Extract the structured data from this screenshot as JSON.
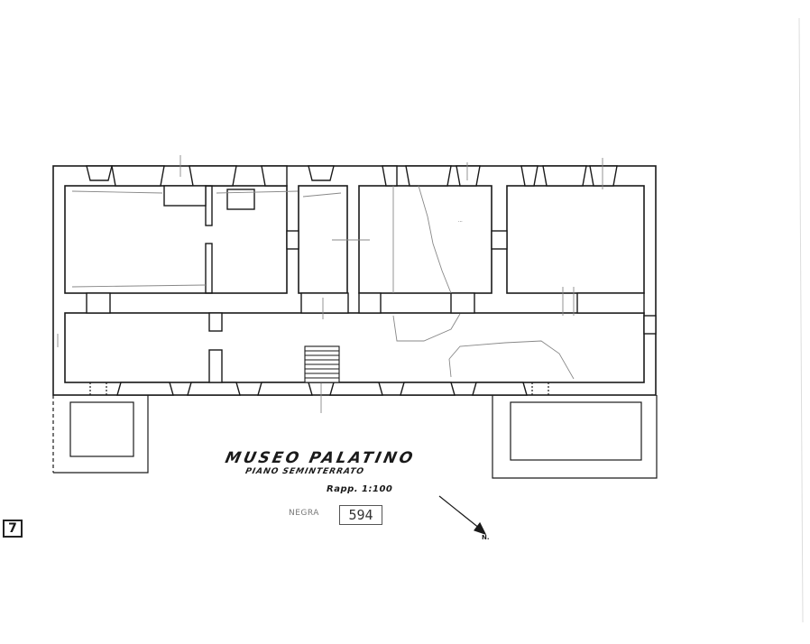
{
  "drawing": {
    "title": "MUSEO PALATINO",
    "subtitle": "PIANO SEMINTERRATO",
    "scale": "Rapp. 1:100",
    "record_label": "NEGRA",
    "record_number": "594",
    "sheet_tag": "7",
    "north_label": "N.",
    "room_note": "..."
  },
  "colors": {
    "ink": "#1a1a1a",
    "faint": "#888888",
    "paper": "#ffffff"
  }
}
